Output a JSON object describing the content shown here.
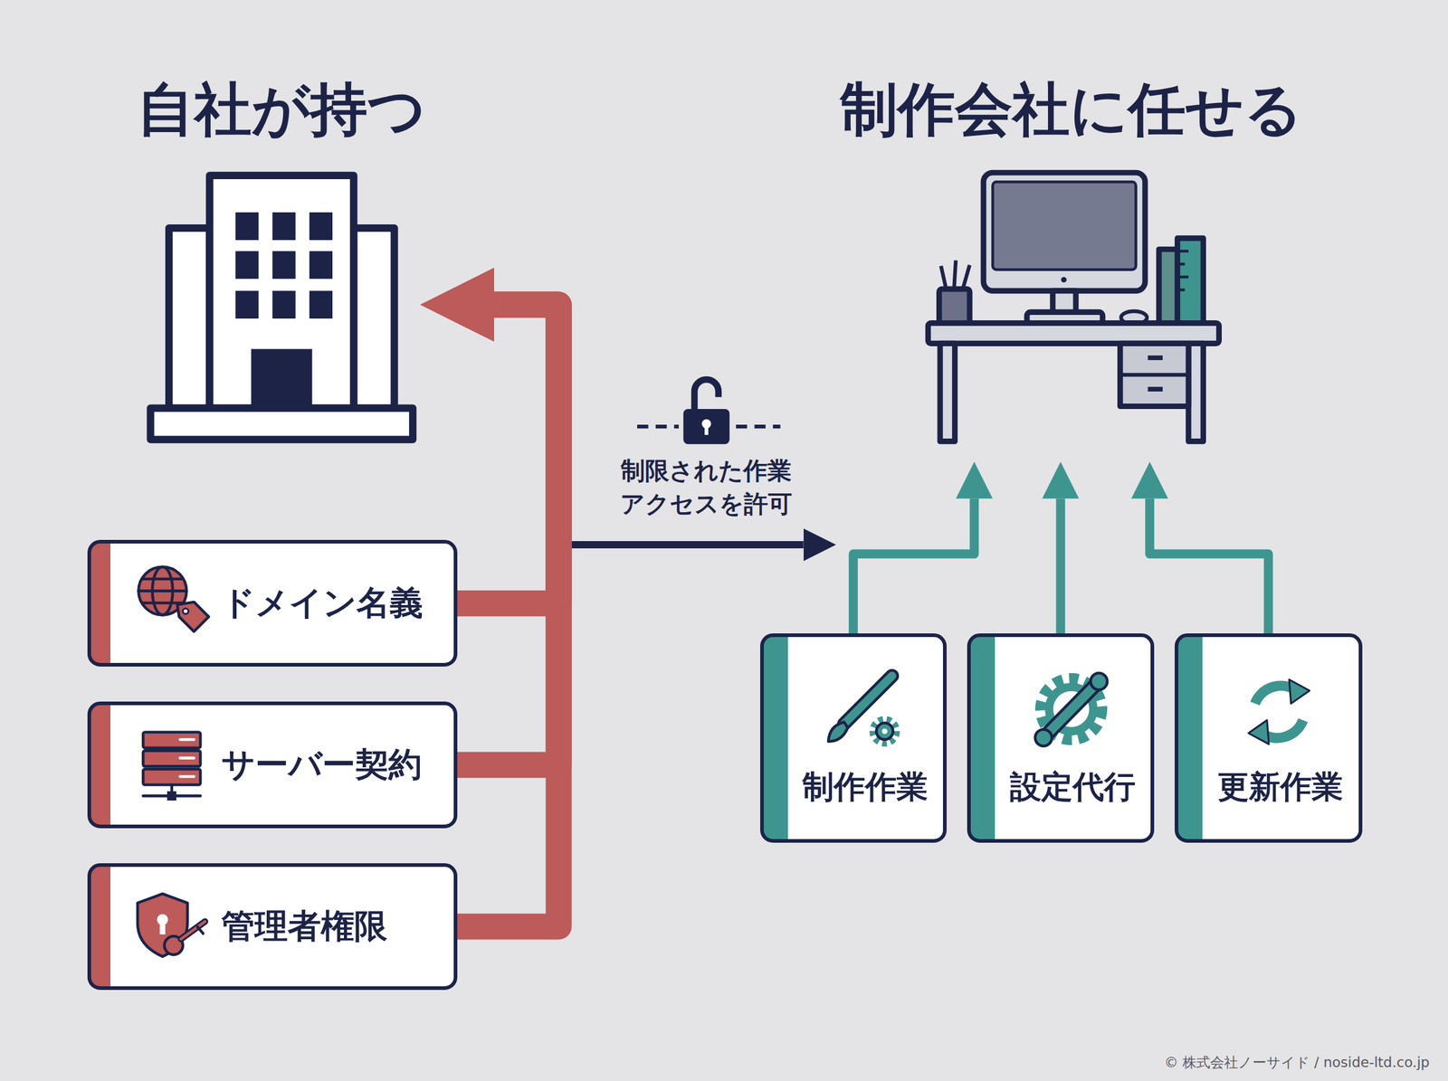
{
  "diagram": {
    "nodes": [
      {
        "text": [
          "自社が持つ"
        ]
      },
      {
        "text": [
          "制作会社に任せる"
        ]
      },
      {
        "text": [
          "ドメイン名義"
        ]
      },
      {
        "text": [
          "サーバー契約"
        ]
      },
      {
        "text": [
          "管理者権限"
        ]
      },
      {
        "text": [
          "制作作業"
        ]
      },
      {
        "text": [
          "設定代行"
        ]
      },
      {
        "text": [
          "更新作業"
        ]
      }
    ],
    "edges": [
      {
        "from": 2,
        "to": 0,
        "arrow": "to"
      },
      {
        "from": 3,
        "to": 0,
        "arrow": "to"
      },
      {
        "from": 4,
        "to": 0,
        "arrow": "to"
      },
      {
        "from": 0,
        "to": 1,
        "label": "制限された作業 アクセスを許可",
        "arrow": "to"
      },
      {
        "from": 5,
        "to": 1,
        "arrow": "to"
      },
      {
        "from": 6,
        "to": 1,
        "arrow": "to"
      },
      {
        "from": 7,
        "to": 1,
        "arrow": "to"
      }
    ],
    "labels": [
      "© 株式会社ノーサイド / noside-ltd.co.jp"
    ]
  }
}
